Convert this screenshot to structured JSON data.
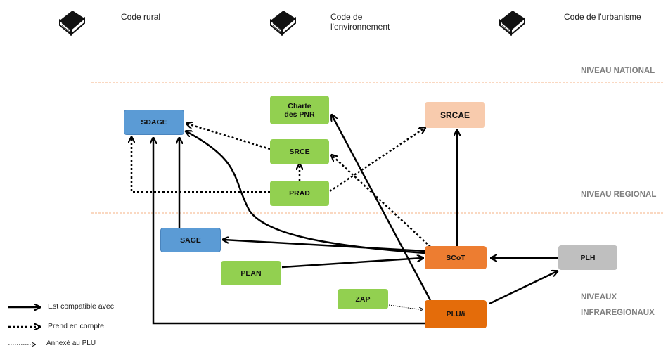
{
  "codes": [
    {
      "label": "Code rural",
      "icon": "book-icon"
    },
    {
      "label": "Code de\nl'environnement",
      "icon": "book-icon"
    },
    {
      "label": "Code de l'urbanisme",
      "icon": "book-icon"
    }
  ],
  "levels": {
    "national": "NIVEAU NATIONAL",
    "regional": "NIVEAU REGIONAL",
    "infra_line1": "NIVEAUX",
    "infra_line2": "INFRAREGIONAUX"
  },
  "boxes": {
    "sdage": "SDAGE",
    "charte": "Charte\ndes PNR",
    "srcae": "SRCAE",
    "srce": "SRCE",
    "prad": "PRAD",
    "sage": "SAGE",
    "scot": "SCoT",
    "pean": "PEAN",
    "plh": "PLH",
    "zap": "ZAP",
    "plu": "PLU/i"
  },
  "legend": {
    "compatible": "Est compatible avec",
    "prend": "Prend en compte",
    "annexe": "Annexé au PLU"
  },
  "colors": {
    "blue": "#5b9bd5",
    "green": "#92d050",
    "peach": "#f8cbad",
    "orange": "#ed7d31",
    "dark_orange": "#e46c0a",
    "grey": "#bfbfbf",
    "separator": "#f4b183"
  }
}
